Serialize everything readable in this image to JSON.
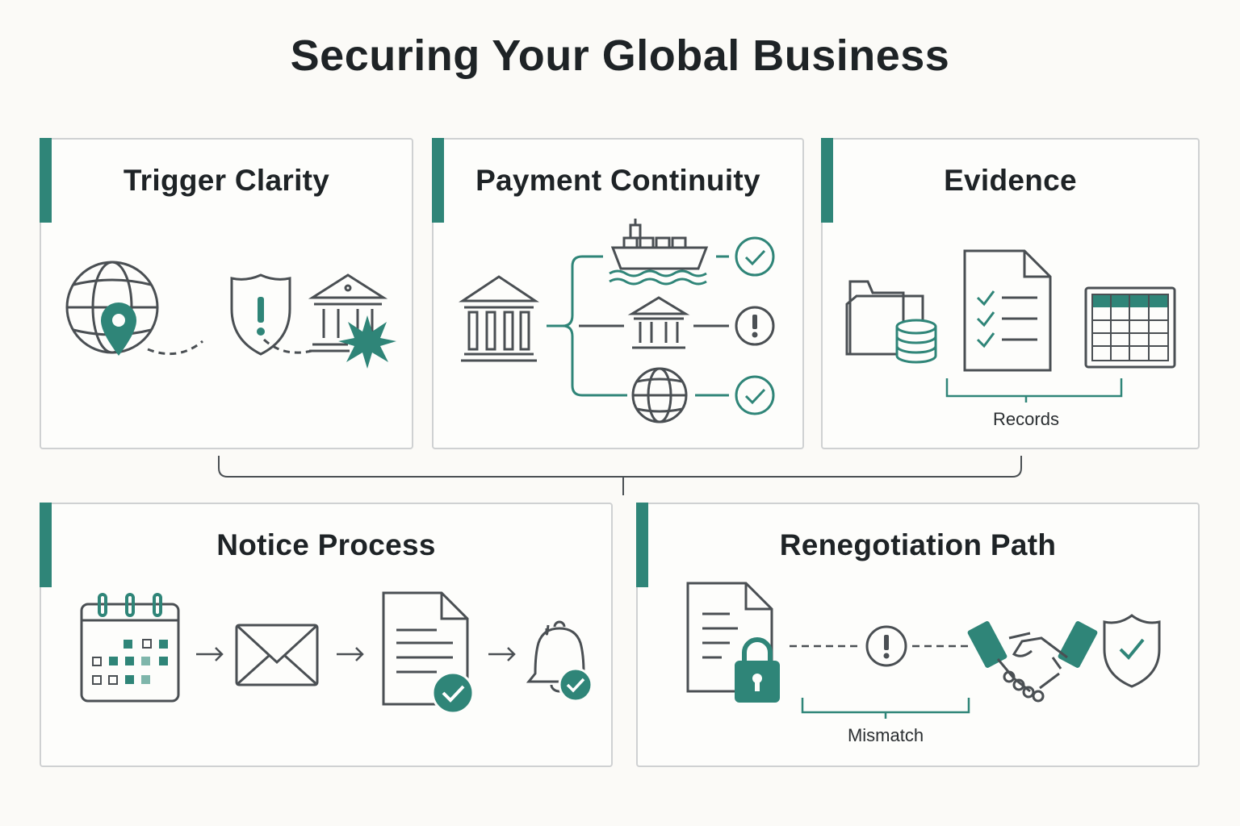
{
  "title": "Securing Your Global Business",
  "colors": {
    "accent": "#2f8578",
    "outline": "#4a4f53",
    "panel_border": "#cfd1d2",
    "background": "#fbfaf7"
  },
  "panels": [
    {
      "title": "Trigger Clarity",
      "icons": [
        "globe-icon",
        "location-pin-icon",
        "shield-alert-icon",
        "bank-icon",
        "burst-icon"
      ]
    },
    {
      "title": "Payment Continuity",
      "icons": [
        "bank-icon",
        "cargo-ship-icon",
        "bank-icon",
        "globe-icon",
        "check-circle-icon",
        "alert-circle-icon",
        "check-circle-icon"
      ]
    },
    {
      "title": "Evidence",
      "caption": "Records",
      "icons": [
        "folder-icon",
        "database-icon",
        "checklist-document-icon",
        "spreadsheet-icon"
      ]
    },
    {
      "title": "Notice Process",
      "icons": [
        "calendar-icon",
        "arrow-icon",
        "envelope-icon",
        "arrow-icon",
        "document-check-icon",
        "arrow-icon",
        "bell-check-icon"
      ]
    },
    {
      "title": "Renegotiation Path",
      "caption": "Mismatch",
      "icons": [
        "locked-document-icon",
        "alert-circle-icon",
        "handshake-icon",
        "shield-check-icon"
      ]
    }
  ]
}
